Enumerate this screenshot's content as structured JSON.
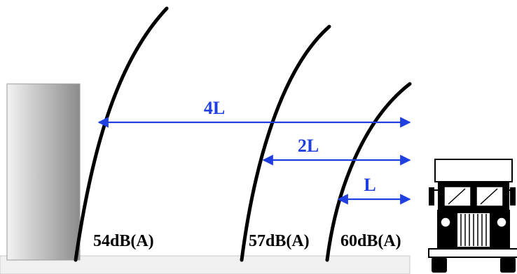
{
  "colors": {
    "arrow": "#1f3fe0",
    "wave": "#000000",
    "building_light": "#f2f2f2",
    "building_dark": "#8c8c8c",
    "ground": "#f0f0f0"
  },
  "distance_labels": {
    "four": "4L",
    "two": "2L",
    "one": "L"
  },
  "level_labels": {
    "far": "54dB(A)",
    "mid": "57dB(A)",
    "near": "60dB(A)"
  },
  "icons": {
    "source": "truck-icon",
    "receiver": "building-icon"
  }
}
